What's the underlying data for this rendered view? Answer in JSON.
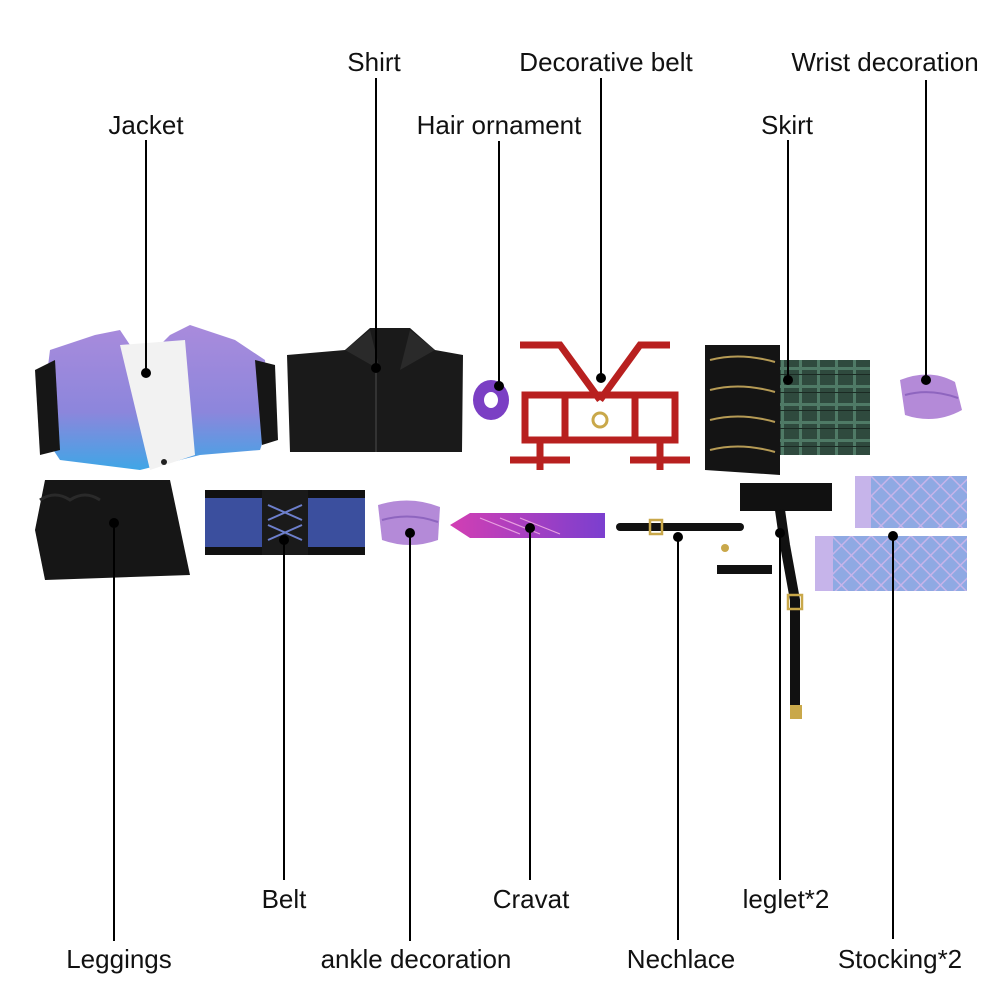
{
  "labels": {
    "jacket": "Jacket",
    "shirt": "Shirt",
    "hair_ornament": "Hair ornament",
    "decorative_belt": "Decorative belt",
    "skirt": "Skirt",
    "wrist_decoration": "Wrist decoration",
    "leggings": "Leggings",
    "belt": "Belt",
    "ankle_decoration": "ankle decoration",
    "cravat": "Cravat",
    "nechlace": "Nechlace",
    "leglet": "leglet*2",
    "stocking": "Stocking*2"
  },
  "colors": {
    "background": "#ffffff",
    "label_text": "#111111",
    "jacket_purple": "#9b7fd6",
    "jacket_blue": "#4d9fe0",
    "shirt_black": "#1a1a1a",
    "scrunchie_purple": "#7b3fc4",
    "harness_red": "#b8201f",
    "skirt_green": "#2f4a3e",
    "wrist_lilac": "#b48ad8",
    "belt_blue": "#3b4f9e",
    "cravat_magenta": "#c03fb8",
    "stocking_blue": "#8aa8e0"
  }
}
